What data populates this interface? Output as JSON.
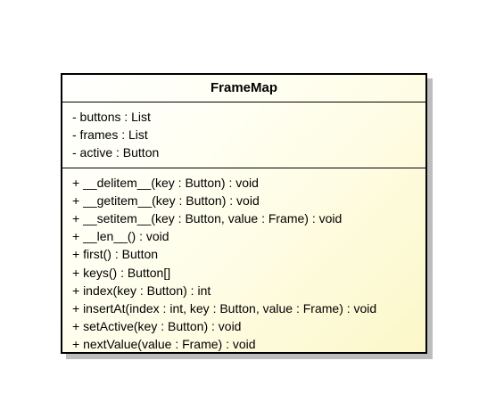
{
  "class": {
    "name": "FrameMap",
    "attributes": [
      "- buttons : List",
      "- frames : List",
      "- active : Button"
    ],
    "operations": [
      "+ __delitem__(key : Button) : void",
      "+ __getitem__(key : Button) : void",
      "+ __setitem__(key : Button, value : Frame) : void",
      "+ __len__() : void",
      "+ first() : Button",
      "+ keys() : Button[]",
      "+ index(key : Button) : int",
      "+ insertAt(index : int, key : Button, value : Frame) : void",
      "+ setActive(key : Button) : void",
      "+ nextValue(value : Frame) : void"
    ]
  }
}
